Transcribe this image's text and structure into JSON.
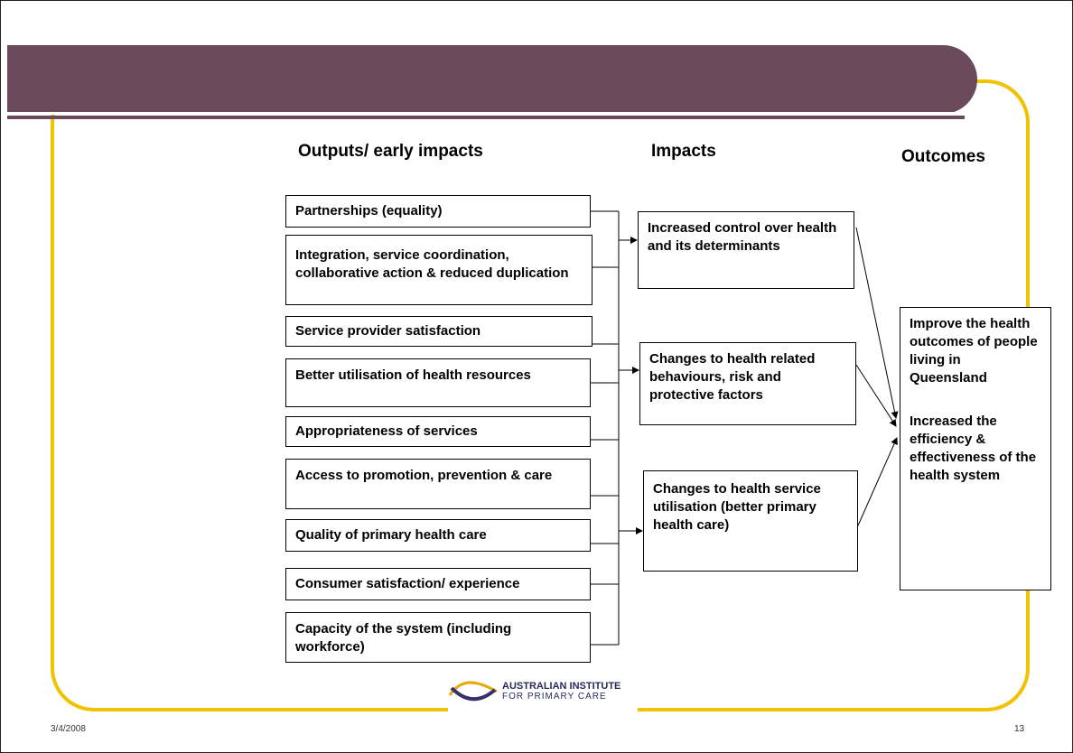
{
  "headings": {
    "outputs": "Outputs/ early impacts",
    "impacts": "Impacts",
    "outcomes": "Outcomes"
  },
  "outputs": [
    "Partnerships (equality)",
    "Integration, service coordination, collaborative action & reduced duplication",
    "Service provider satisfaction",
    "Better utilisation of health resources",
    "Appropriateness of services",
    "Access to promotion, prevention & care",
    "Quality of primary health care",
    "Consumer satisfaction/ experience",
    "Capacity of the system (including workforce)"
  ],
  "impacts": [
    "Increased control over health and its determinants",
    "Changes to health related behaviours, risk and protective factors",
    "Changes to health service utilisation (better primary health care)"
  ],
  "outcome": {
    "line1": "Improve the health outcomes of people living in Queensland",
    "line2": "Increased the efficiency & effectiveness of the health system"
  },
  "logo": {
    "line1": "AUSTRALIAN INSTITUTE",
    "line2": "FOR PRIMARY CARE"
  },
  "footer": {
    "date": "3/4/2008",
    "page": "13"
  },
  "colors": {
    "title_band": "#6b4a5e",
    "frame": "#f2c200"
  }
}
